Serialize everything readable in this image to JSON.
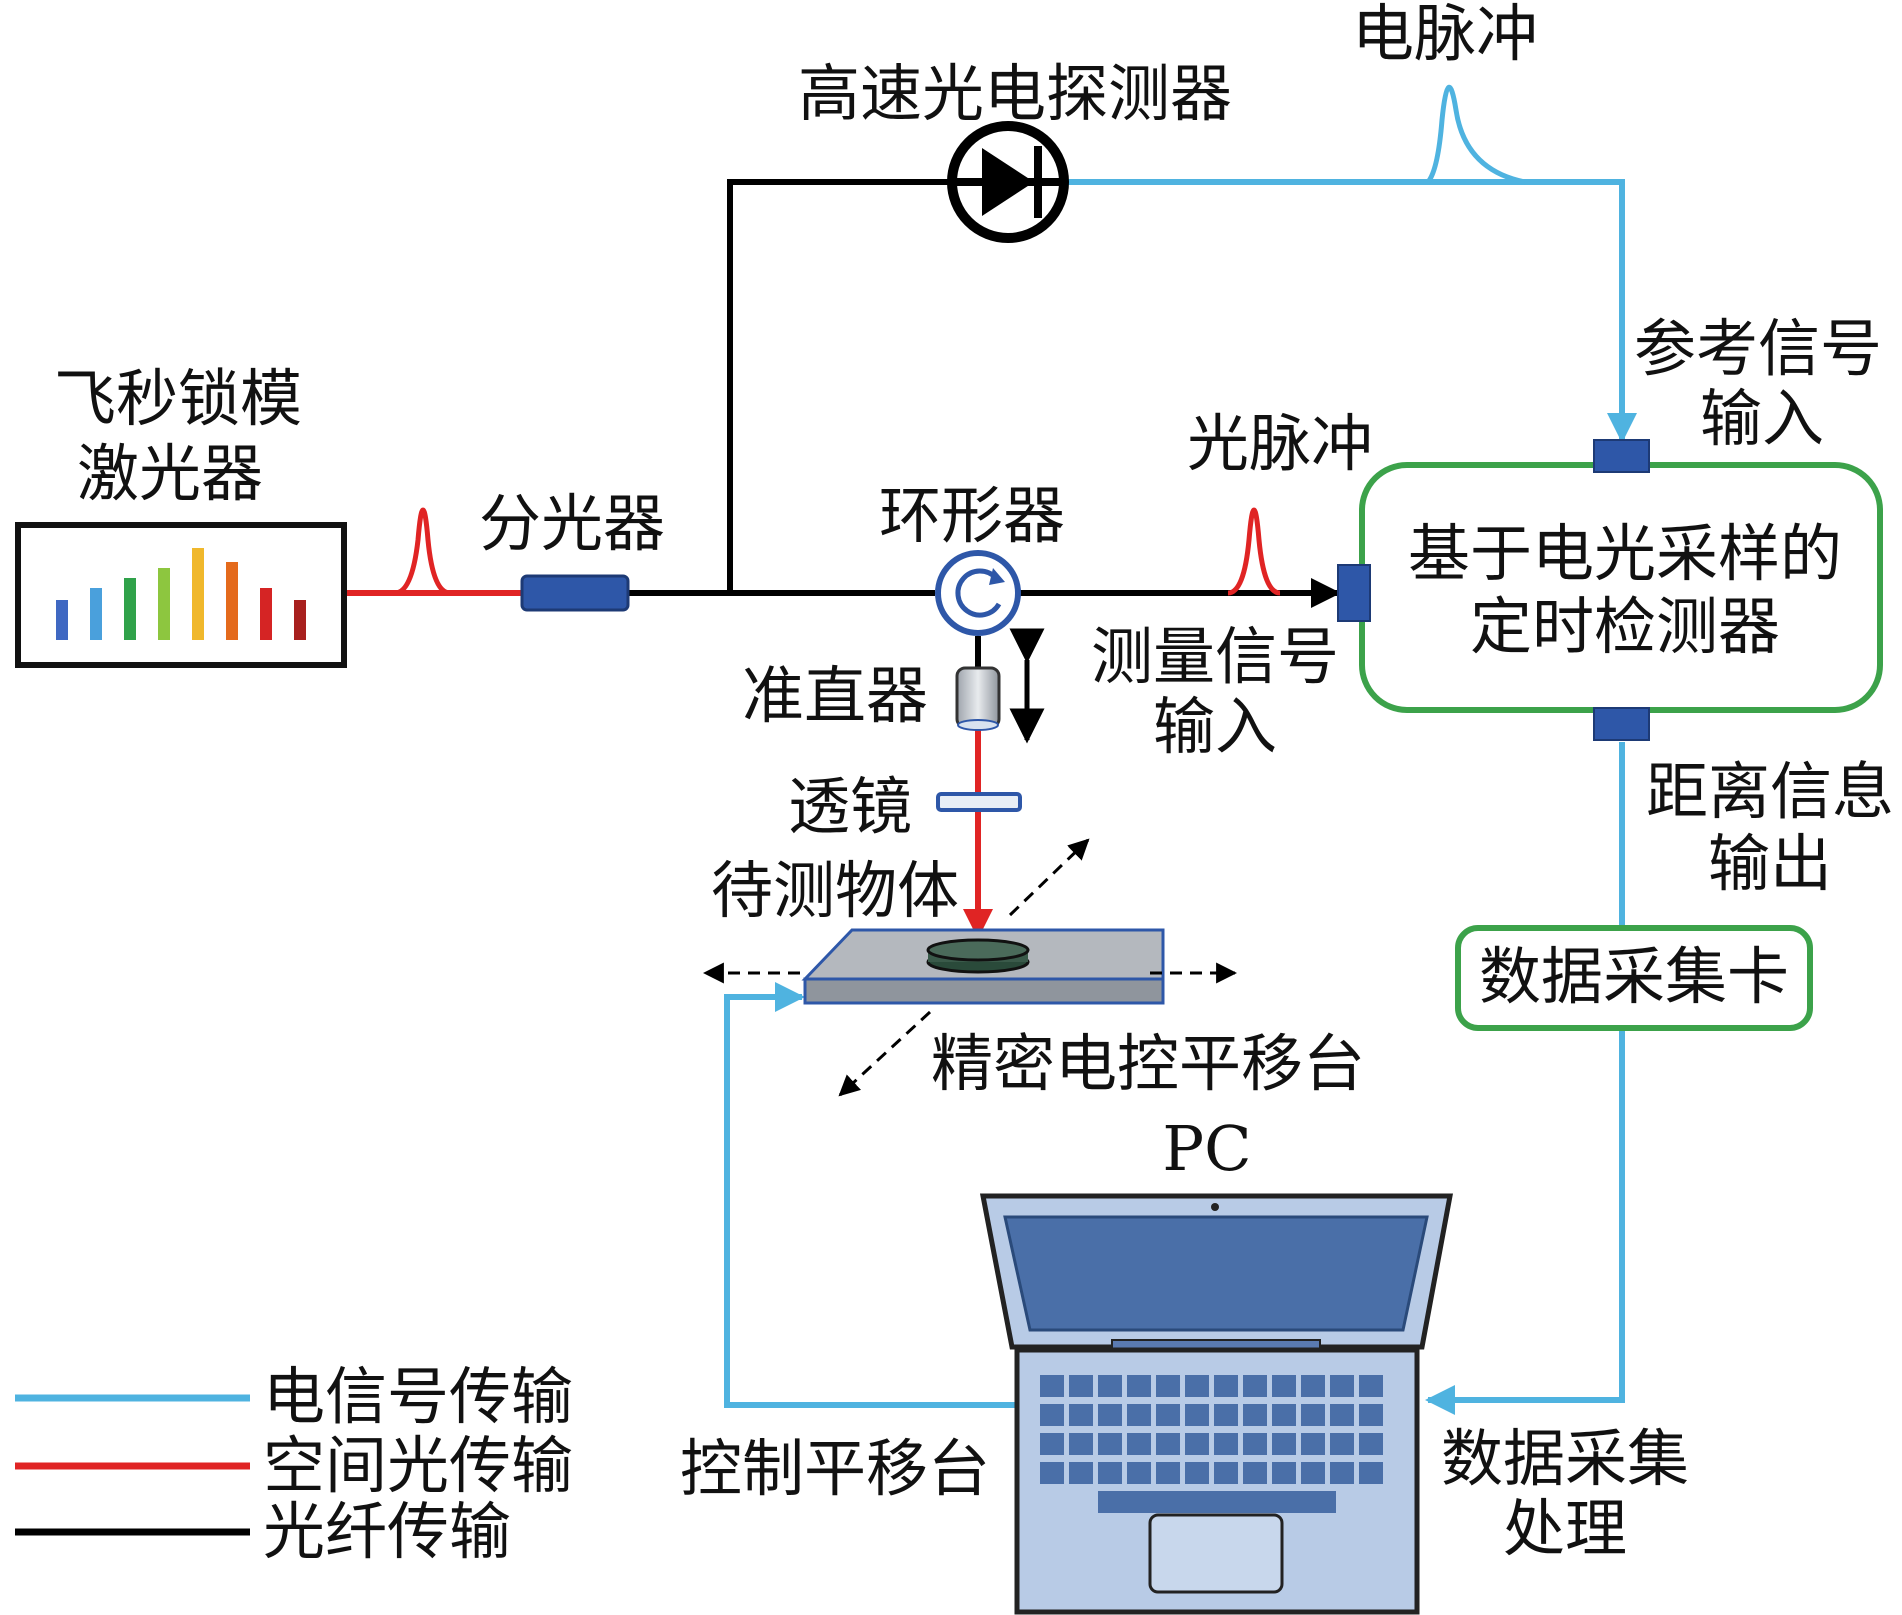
{
  "colors": {
    "electrical": "#4fb3e0",
    "free_space": "#e02424",
    "fiber": "#000000",
    "detector_box": "#3ca24a",
    "connector": "#2e57a8",
    "stage": "#9aa0a8",
    "laptop_body": "#b8cbe6",
    "laptop_screen": "#4a6fa8"
  },
  "spectrum_bar_colors": [
    "#3f68c2",
    "#4aa0dc",
    "#30a24a",
    "#8dc63f",
    "#f0b82c",
    "#e46a1c",
    "#d52424",
    "#a8201e"
  ],
  "icons": {
    "laser_spectrum": "spectrum-bars-icon",
    "photodetector": "photodiode-icon",
    "circulator": "circulator-icon",
    "collimator": "collimator-icon",
    "lens": "lens-icon",
    "stage": "translation-stage-icon",
    "laptop": "laptop-icon"
  },
  "components": {
    "laser_line1": "飞秒锁模",
    "laser_line2": "激光器",
    "splitter": "分光器",
    "photodetector": "高速光电探测器",
    "electric_pulse": "电脉冲",
    "reference_line1": "参考信号",
    "reference_line2": "输入",
    "circulator": "环形器",
    "optical_pulse": "光脉冲",
    "detector_line1": "基于电光采样的",
    "detector_line2": "定时检测器",
    "measure_line1": "测量信号",
    "measure_line2": "输入",
    "collimator": "准直器",
    "lens": "透镜",
    "target": "待测物体",
    "distance_line1": "距离信息",
    "distance_line2": "输出",
    "daq_card": "数据采集卡",
    "stage": "精密电控平移台",
    "pc": "PC",
    "control_stage": "控制平移台",
    "acquisition_line1": "数据采集",
    "acquisition_line2": "处理"
  },
  "legend": {
    "electrical": "电信号传输",
    "free_space": "空间光传输",
    "fiber": "光纤传输"
  }
}
